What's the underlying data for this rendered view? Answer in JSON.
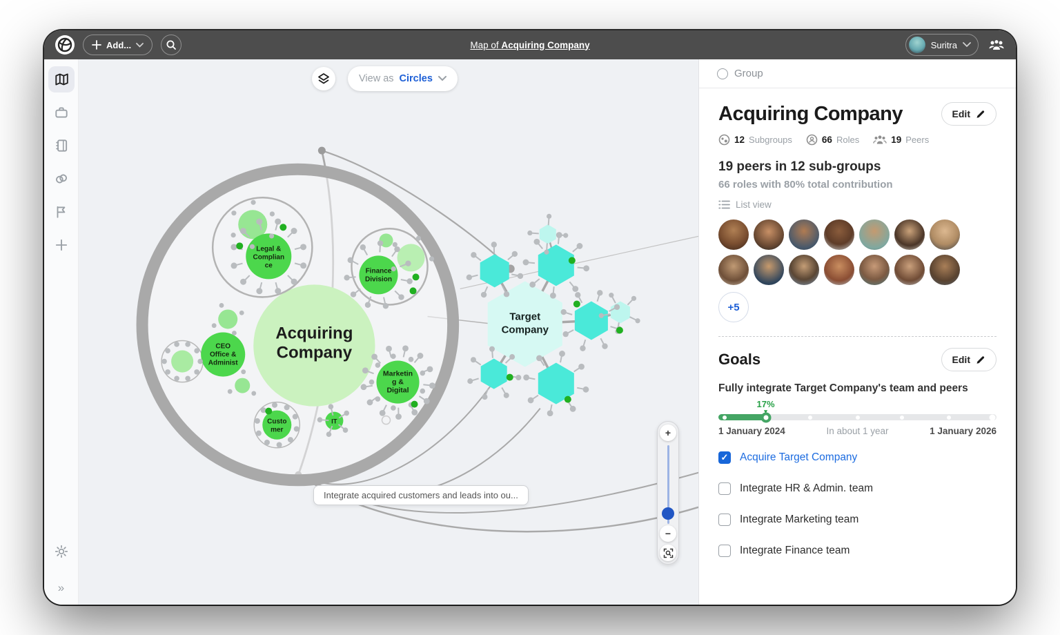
{
  "topbar": {
    "add_label": "Add...",
    "title_prefix": "Map of ",
    "title_bold": "Acquiring Company",
    "user_name": "Suritra"
  },
  "canvas": {
    "view_as_prefix": "View as",
    "view_as_value": "Circles",
    "tooltip": "Integrate acquired customers and leads into ou...",
    "zoom_plus": "+",
    "zoom_minus": "−"
  },
  "sidebar": {
    "collapse_glyph": "»"
  },
  "map": {
    "center_label": [
      "Acquiring",
      "Company"
    ],
    "target_label": [
      "Target",
      "Company"
    ],
    "legal_label": [
      "Legal &",
      "Complian",
      "ce"
    ],
    "finance_label": [
      "Finance",
      "Division"
    ],
    "ceo_label": [
      "CEO",
      "Office &",
      "Administ"
    ],
    "marketing_label": [
      "Marketin",
      "g &",
      "Digital"
    ],
    "customer_label": [
      "Custo",
      "mer"
    ],
    "it_label": "IT"
  },
  "panel": {
    "group_label": "Group",
    "title": "Acquiring Company",
    "edit_label": "Edit",
    "stats": [
      {
        "value": "12",
        "label": "Subgroups"
      },
      {
        "value": "66",
        "label": "Roles"
      },
      {
        "value": "19",
        "label": "Peers"
      }
    ],
    "peers_headline": "19 peers in 12 sub-groups",
    "roles_subline": "66 roles with 80% total contribution",
    "list_view_label": "List view",
    "more_avatars": "+5",
    "goals": {
      "heading": "Goals",
      "edit_label": "Edit",
      "goal_title": "Fully integrate Target Company's team and peers",
      "progress_pct": "17%",
      "date_start": "1 January 2024",
      "date_mid": "In about 1 year",
      "date_end": "1 January 2026",
      "items": [
        {
          "label": "Acquire Target Company",
          "checked": true
        },
        {
          "label": "Integrate HR & Admin. team",
          "checked": false
        },
        {
          "label": "Integrate Marketing team",
          "checked": false
        },
        {
          "label": "Integrate Finance team",
          "checked": false
        }
      ]
    }
  },
  "colors": {
    "accent_blue": "#1d5fd6",
    "group_green": "#4cd74c",
    "light_green": "#cbf2bf",
    "contrib_green": "#21b021",
    "hex_teal": "#4ae9d9",
    "hex_light": "#d6f9f3",
    "progress_green": "#44a564",
    "topbar_gray": "#4d4d4d"
  }
}
